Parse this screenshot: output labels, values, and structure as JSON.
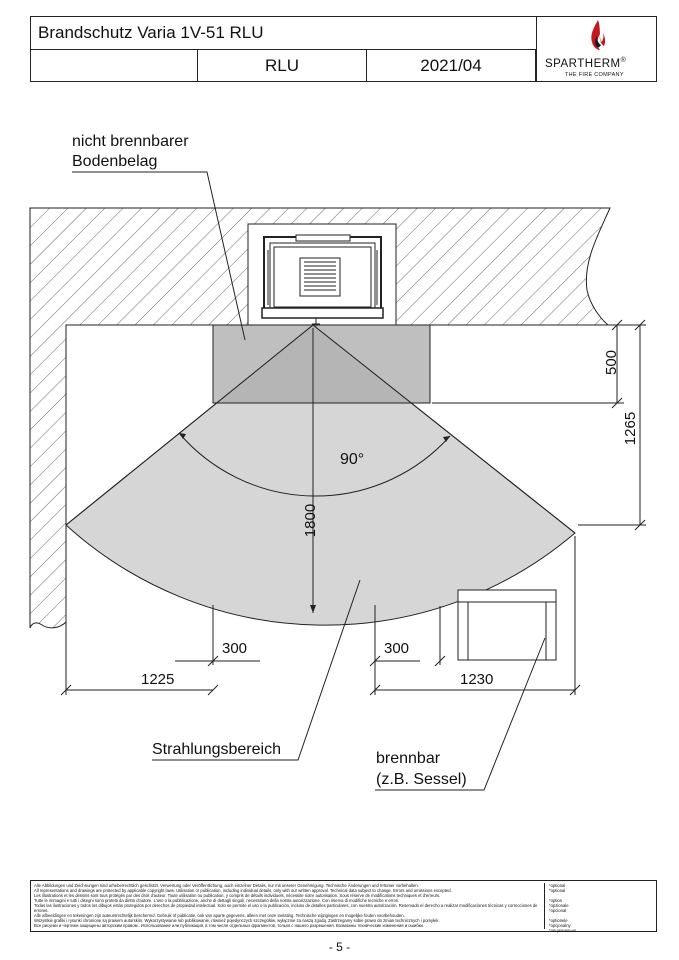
{
  "header": {
    "title": "Brandschutz Varia 1V-51 RLU",
    "model": "RLU",
    "date": "2021/04",
    "logo_brand": "SPARTHERM",
    "logo_reg": "®",
    "logo_tagline": "THE FIRE COMPANY"
  },
  "drawing": {
    "label_floor_line1": "nicht brennbarer",
    "label_floor_line2": "Bodenbelag",
    "label_radiation": "Strahlungsbereich",
    "label_combustible_line1": "brennbar",
    "label_combustible_line2": "(z.B. Sessel)",
    "angle": "90°",
    "dim_radius": "1800",
    "dim_500": "500",
    "dim_1265": "1265",
    "dim_300_left": "300",
    "dim_300_right": "300",
    "dim_1225": "1225",
    "dim_1230": "1230"
  },
  "footer": {
    "disclaimer": [
      "Alle Abbildungen und Zeichnungen sind urheberrechtlich geschützt. Verwertung oder Veröffentlichung, auch einzelner Details, nur mit unserer Genehmigung. Technische Änderungen und Irrtümer vorbehalten.",
      "All representations and drawings are protected by applicable copyright laws. Utilisation or publication, including individual details, only with our written approval. Technical data subject to change. Errors and omissions excepted.",
      "Les illustrations et les dessins sont tous protégés par des droit d'auteur. Toute utilisation ou publication, y compris de détails individuels, nécessite notre autorisation. Sous réserve de modifications techniques et d'erreurs.",
      "Tutte le immagini e tutti i disegni sono protetti da diritto d'autore. L'uso o la pubblicazione, anche di dettagli singoli, necessitano della nostra autorizzazione. Con riserva di modifiche tecniche e errori.",
      "Todas las ilustraciones y todos los dibujos están protegidos por derechos de propiedad intelectual. Solo se permite el uso o la publicación, incluso de detalles particulares, con nuestra autorización. Reservado el derecho a realizar modificaciones técnicas y correcciones de errores.",
      "Alle afbeeldingen en tekeningen zijn auteursrechtelijk beschermd. Gebruik of publicatie, ook van aparte gegevens, alleen met onze toelating. Technische wijzigingen en mogelijke fouten voorbehouden.",
      "Wszystkie grafiki i rysunki chronione są prawem autorskim. Wykorzystywanie lub publikowanie, również pojedynczych szczegółów, wyłącznie za naszą zgodą. Zastrzegamy sobie prawo do zmian technicznych i pomyłek.",
      "Все рисунки и чертежи защищены авторским правом.. Использование или публикация, в том числе отдельных фрагментов, только с нашего разрешения. Возможны технические изменения и ошибки."
    ],
    "optional": [
      "*optional",
      "*optional",
      "",
      "*option",
      "*opzionale",
      "*opcional",
      "",
      "*optionele",
      "*opcjonalny",
      "*опционально"
    ]
  },
  "page_number": "- 5 -"
}
